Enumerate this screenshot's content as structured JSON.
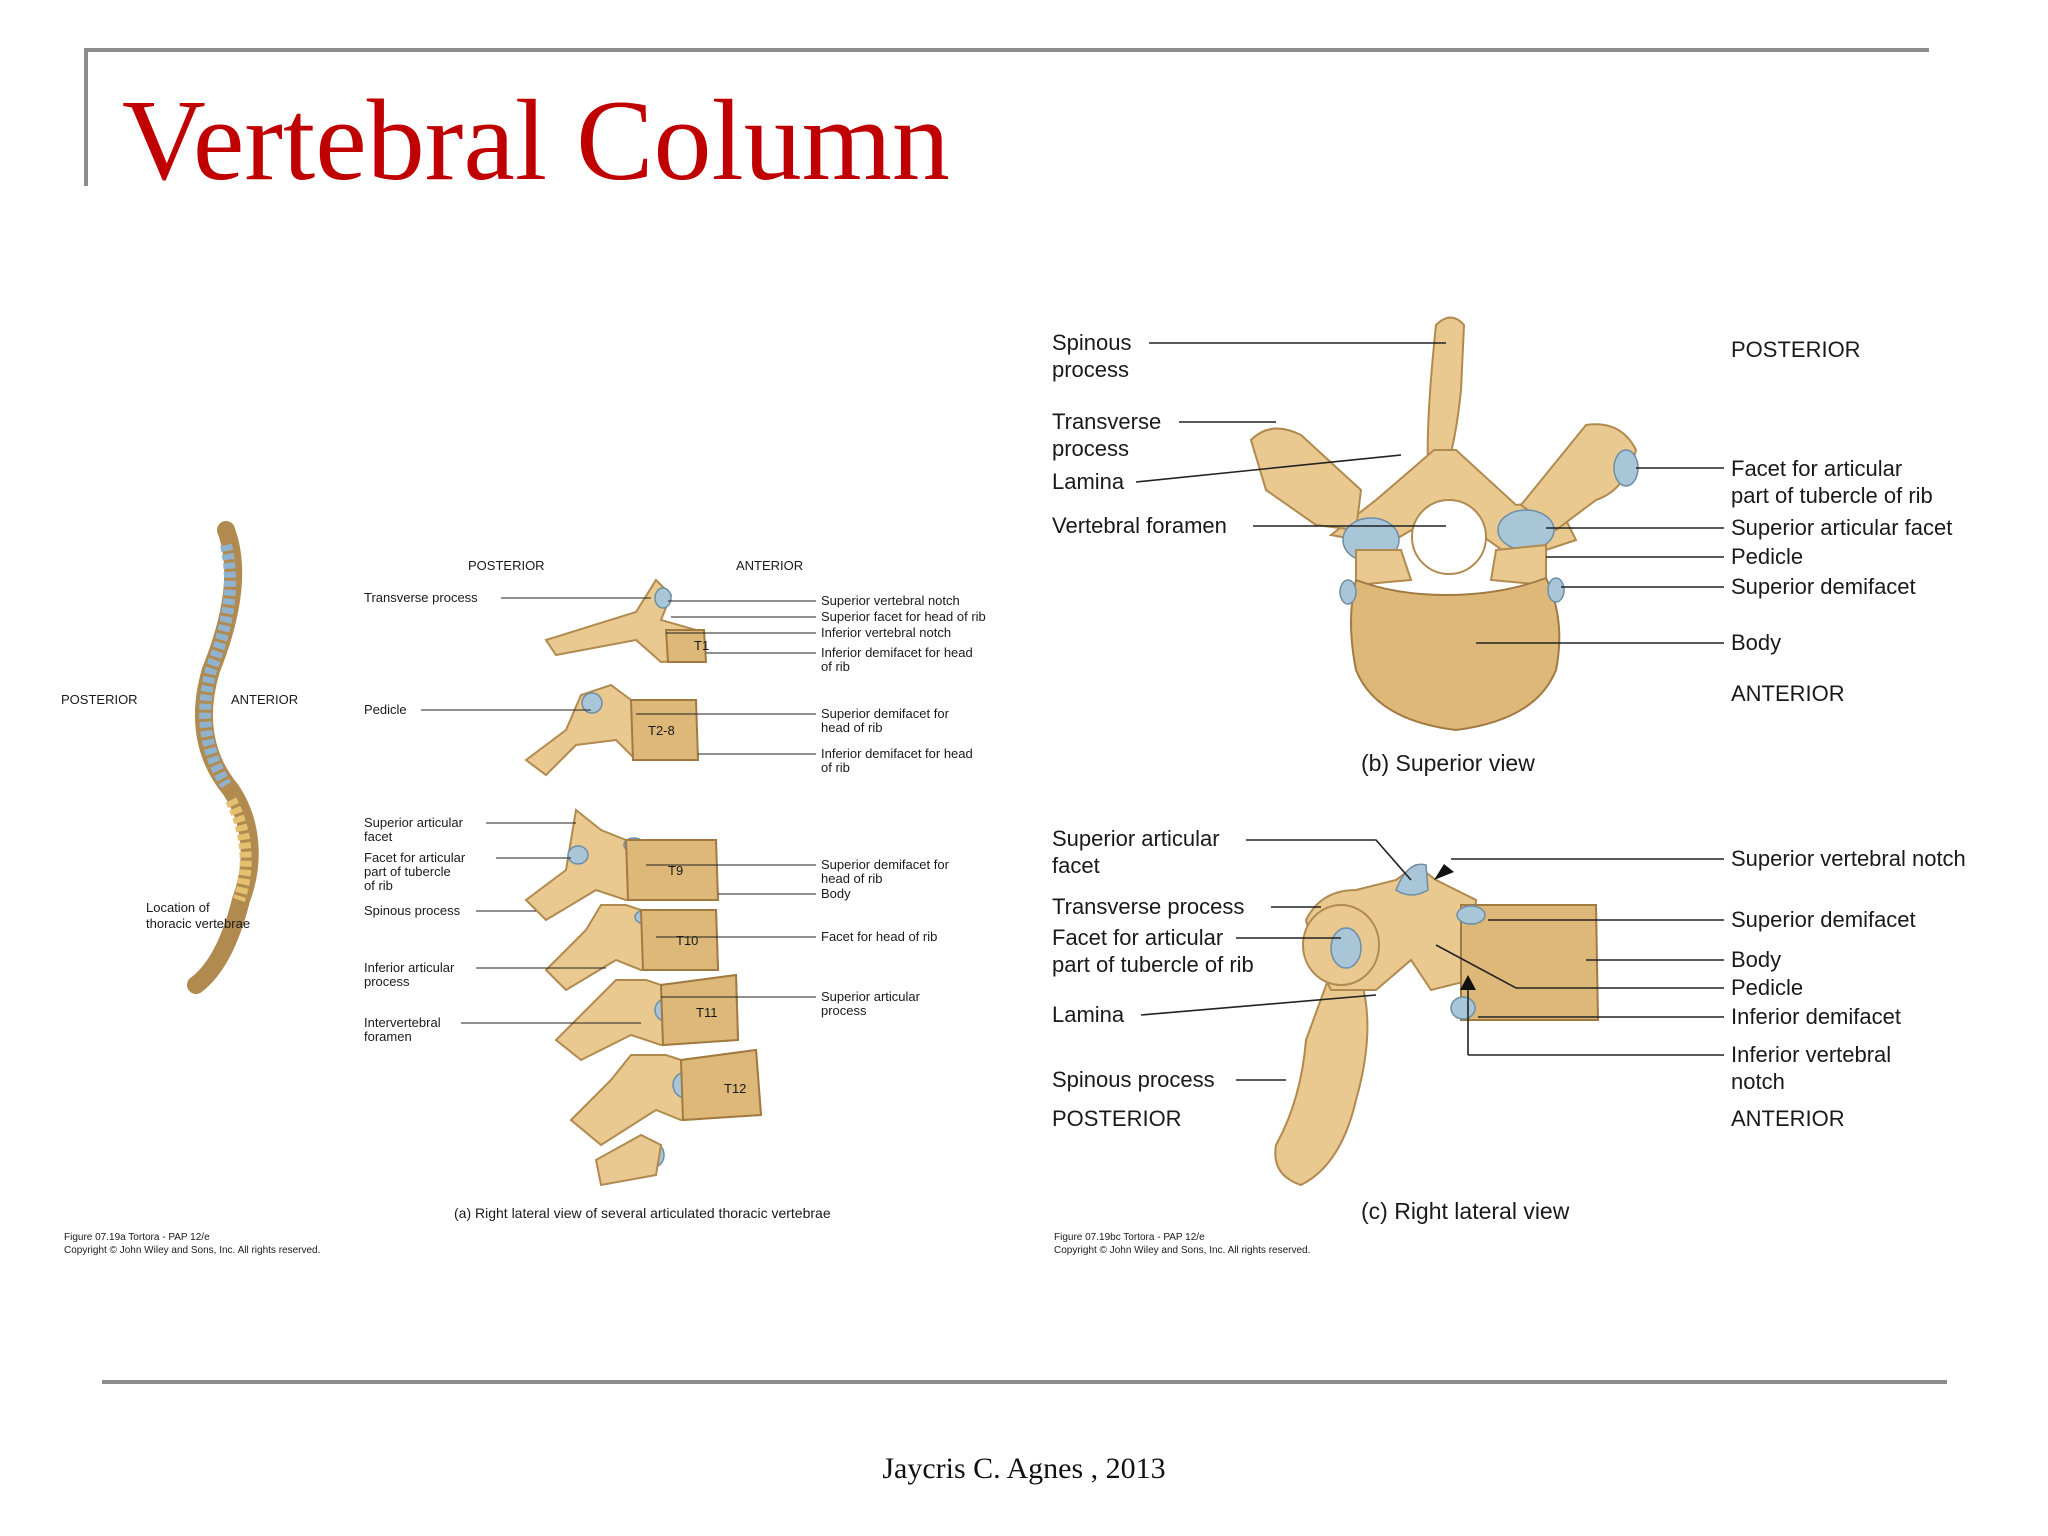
{
  "slide": {
    "title": "Vertebral Column",
    "footer": "Jaycris C. Agnes , 2013"
  },
  "panel_left": {
    "posterior": "POSTERIOR",
    "anterior": "ANTERIOR",
    "location_caption_1": "Location of",
    "location_caption_2": "thoracic vertebrae"
  },
  "panel_a": {
    "posterior": "POSTERIOR",
    "anterior": "ANTERIOR",
    "labels_left": {
      "transverse_process": "Transverse process",
      "pedicle": "Pedicle",
      "superior_articular_facet_1": "Superior articular",
      "superior_articular_facet_2": "facet",
      "facet_articular_1": "Facet for articular",
      "facet_articular_2": "part of tubercle",
      "facet_articular_3": "of rib",
      "spinous_process": "Spinous process",
      "inferior_articular_1": "Inferior articular",
      "inferior_articular_2": "process",
      "intervertebral_1": "Intervertebral",
      "intervertebral_2": "foramen"
    },
    "labels_right": {
      "superior_vertebral_notch": "Superior vertebral notch",
      "superior_facet_head": "Superior facet for head of rib",
      "inferior_vertebral_notch": "Inferior vertebral notch",
      "inferior_demifacet_1": "Inferior demifacet for head",
      "inferior_demifacet_2": "of rib",
      "superior_demifacet_1": "Superior demifacet for",
      "superior_demifacet_2": "head of rib",
      "inferior_demifacet2_1": "Inferior demifacet for head",
      "inferior_demifacet2_2": "of rib",
      "superior_demifacet3_1": "Superior demifacet for",
      "superior_demifacet3_2": "head of rib",
      "body": "Body",
      "facet_head": "Facet for head of rib",
      "superior_articular_1": "Superior articular",
      "superior_articular_2": "process"
    },
    "vertebrae": [
      "T1",
      "T2-8",
      "T9",
      "T10",
      "T11",
      "T12"
    ],
    "caption": "(a) Right lateral view of several articulated thoracic vertebrae",
    "credit_1": "Figure 07.19a  Tortora - PAP 12/e",
    "credit_2": "Copyright © John Wiley and Sons, Inc. All rights reserved."
  },
  "panel_b": {
    "labels_left": {
      "spinous_1": "Spinous",
      "spinous_2": "process",
      "transverse_1": "Transverse",
      "transverse_2": "process",
      "lamina": "Lamina",
      "vertebral_foramen": "Vertebral foramen"
    },
    "labels_right": {
      "posterior": "POSTERIOR",
      "facet_articular_1": "Facet for articular",
      "facet_articular_2": "part of tubercle of rib",
      "superior_articular_facet": "Superior articular facet",
      "pedicle": "Pedicle",
      "superior_demifacet": "Superior demifacet",
      "body": "Body",
      "anterior": "ANTERIOR"
    },
    "caption": "(b) Superior view"
  },
  "panel_c": {
    "labels_left": {
      "superior_articular_1": "Superior articular",
      "superior_articular_2": "facet",
      "transverse_process": "Transverse process",
      "facet_articular_1": "Facet for articular",
      "facet_articular_2": "part of tubercle of rib",
      "lamina": "Lamina",
      "spinous_process": "Spinous process",
      "posterior": "POSTERIOR"
    },
    "labels_right": {
      "superior_vertebral_notch": "Superior vertebral notch",
      "superior_demifacet": "Superior demifacet",
      "body": "Body",
      "pedicle": "Pedicle",
      "inferior_demifacet": "Inferior demifacet",
      "inferior_vertebral_1": "Inferior vertebral",
      "inferior_vertebral_2": "notch",
      "anterior": "ANTERIOR"
    },
    "caption": "(c) Right lateral view",
    "credit_1": "Figure 07.19bc  Tortora - PAP 12/e",
    "credit_2": "Copyright © John Wiley and Sons, Inc. All rights reserved."
  }
}
